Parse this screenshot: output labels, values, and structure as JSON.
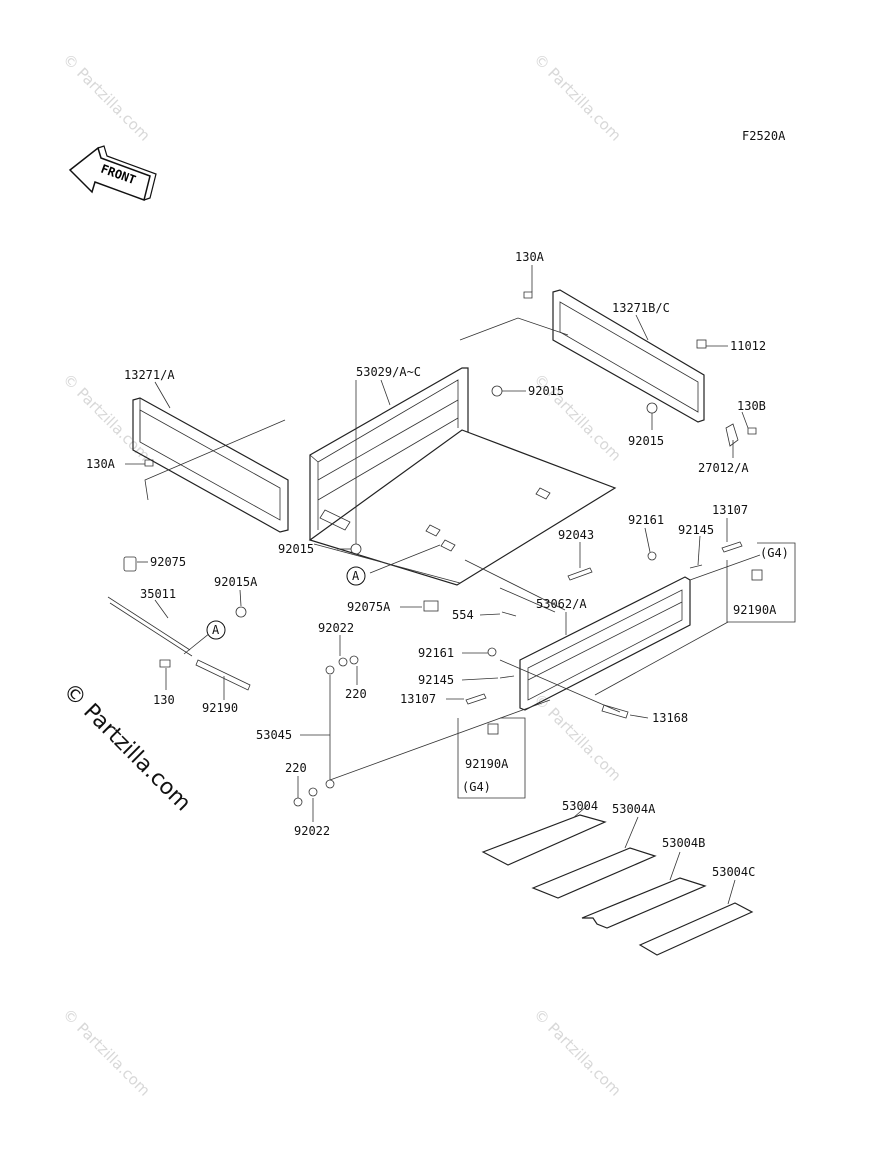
{
  "diagram": {
    "figure_code": "F2520A",
    "front_label": "FRONT",
    "watermark_small": "© Partzilla.com",
    "watermark_large": "© Partzilla.com",
    "callout_a": "A",
    "group_g4_a": "(G4)",
    "group_g4_b": "(G4)",
    "labels": {
      "p130A_top": "130A",
      "p13271BC": "13271B/C",
      "p11012": "11012",
      "p92015_top": "92015",
      "p130B": "130B",
      "p92015_mid": "92015",
      "p27012A": "27012/A",
      "p13271A": "13271/A",
      "p53029": "53029/A~C",
      "p130A_left": "130A",
      "p92015_left": "92015",
      "p92043": "92043",
      "p92161_top": "92161",
      "p13107_top": "13107",
      "p92145_top": "92145",
      "p92190A_top": "92190A",
      "p92075": "92075",
      "p35011": "35011",
      "p92015A": "92015A",
      "p130": "130",
      "p92190": "92190",
      "p92075A": "92075A",
      "p554": "554",
      "p53062A": "53062/A",
      "p92022_top": "92022",
      "p220_top": "220",
      "p92161_mid": "92161",
      "p92145_mid": "92145",
      "p13107_mid": "13107",
      "p13168": "13168",
      "p53045": "53045",
      "p92190A_mid": "92190A",
      "p220_bot": "220",
      "p92022_bot": "92022",
      "p53004": "53004",
      "p53004A": "53004A",
      "p53004B": "53004B",
      "p53004C": "53004C"
    }
  }
}
